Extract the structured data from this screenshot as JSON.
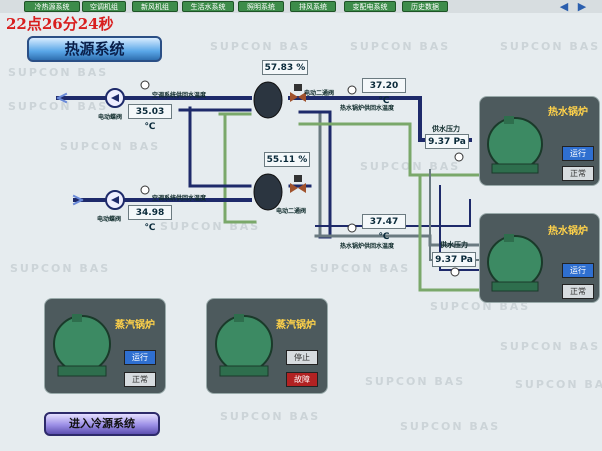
{
  "nav": {
    "items": [
      "冷热源系统",
      "空调机组",
      "新风机组",
      "生活水系统",
      "照明系统",
      "排风系统",
      "变配电系统",
      "历史数据"
    ],
    "prev_arrow": "◀",
    "next_arrow": "▶"
  },
  "clock": "22点26分24秒",
  "page_title": "热源系统",
  "watermark_text": "SUPCON BAS",
  "upper_loop": {
    "valve_percent": "57.83",
    "valve_unit": "%",
    "hvac_temp": "35.03",
    "hvac_temp_unit": "℃",
    "hvac_label": "空调系统供回水温度",
    "boiler_temp": "37.20",
    "boiler_temp_unit": "℃",
    "boiler_label": "热水锅炉供回水温度",
    "motor_valve_label": "电动蝶阀",
    "two_way_label": "电动二通阀"
  },
  "lower_loop": {
    "valve_percent": "55.11",
    "valve_unit": "%",
    "hvac_temp": "34.98",
    "hvac_temp_unit": "℃",
    "hvac_label": "空调系统供回水温度",
    "boiler_temp": "37.47",
    "boiler_temp_unit": "℃",
    "boiler_label": "热水锅炉供回水温度",
    "motor_valve_label": "电动蝶阀",
    "two_way_label": "电动二通阀"
  },
  "hot_boilers": [
    {
      "title": "热水锅炉",
      "pressure_label": "供水压力",
      "pressure": "9.37",
      "pressure_unit": "Pa",
      "state": "运行",
      "status": "正常"
    },
    {
      "title": "热水锅炉",
      "pressure_label": "供水压力",
      "pressure": "9.37",
      "pressure_unit": "Pa",
      "state": "运行",
      "status": "正常"
    }
  ],
  "steam_boilers": [
    {
      "title": "蒸汽锅炉",
      "state": "运行",
      "status": "正常"
    },
    {
      "title": "蒸汽锅炉",
      "state": "停止",
      "status": "故障"
    }
  ],
  "cold_source_button": "进入冷源系统",
  "colors": {
    "boiler_green": "#3c8a63",
    "panel": "#4d5a5d",
    "run_blue": "#2f6fd0",
    "fault_red": "#b22222",
    "title_yellow": "#ffd24a"
  }
}
